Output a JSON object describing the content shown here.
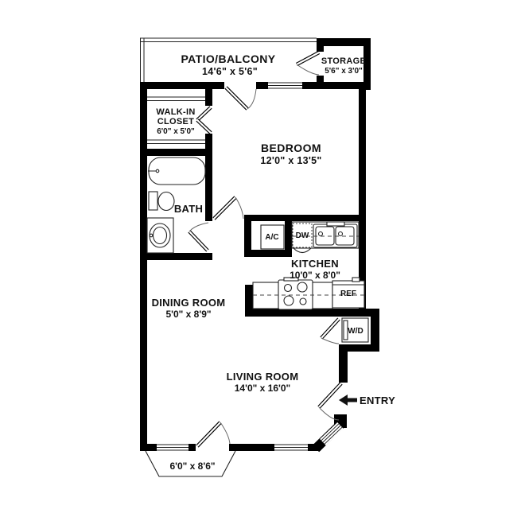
{
  "rooms": {
    "patio": {
      "name": "PATIO/BALCONY",
      "dims": "14'6\" x 5'6\""
    },
    "storage": {
      "name": "STORAGE",
      "dims": "5'6\" x 3'0\""
    },
    "closet": {
      "name_line1": "WALK-IN",
      "name_line2": "CLOSET",
      "dims": "6'0\" x 5'0\""
    },
    "bedroom": {
      "name": "BEDROOM",
      "dims": "12'0\" x 13'5\""
    },
    "bath": {
      "name": "BATH"
    },
    "kitchen": {
      "name": "KITCHEN",
      "dims": "10'0\" x 8'0\""
    },
    "dining": {
      "name": "DINING ROOM",
      "dims": "5'0\" x 8'9\""
    },
    "living": {
      "name": "LIVING ROOM",
      "dims": "14'0\" x 16'0\""
    },
    "balcony": {
      "dims": "6'0\" x 8'6\""
    }
  },
  "labels": {
    "entry": "ENTRY",
    "ac": "A/C",
    "dw": "DW",
    "ref": "REF",
    "wd": "W/D"
  },
  "colors": {
    "wall": "#000000",
    "text": "#111111",
    "background": "#ffffff"
  }
}
